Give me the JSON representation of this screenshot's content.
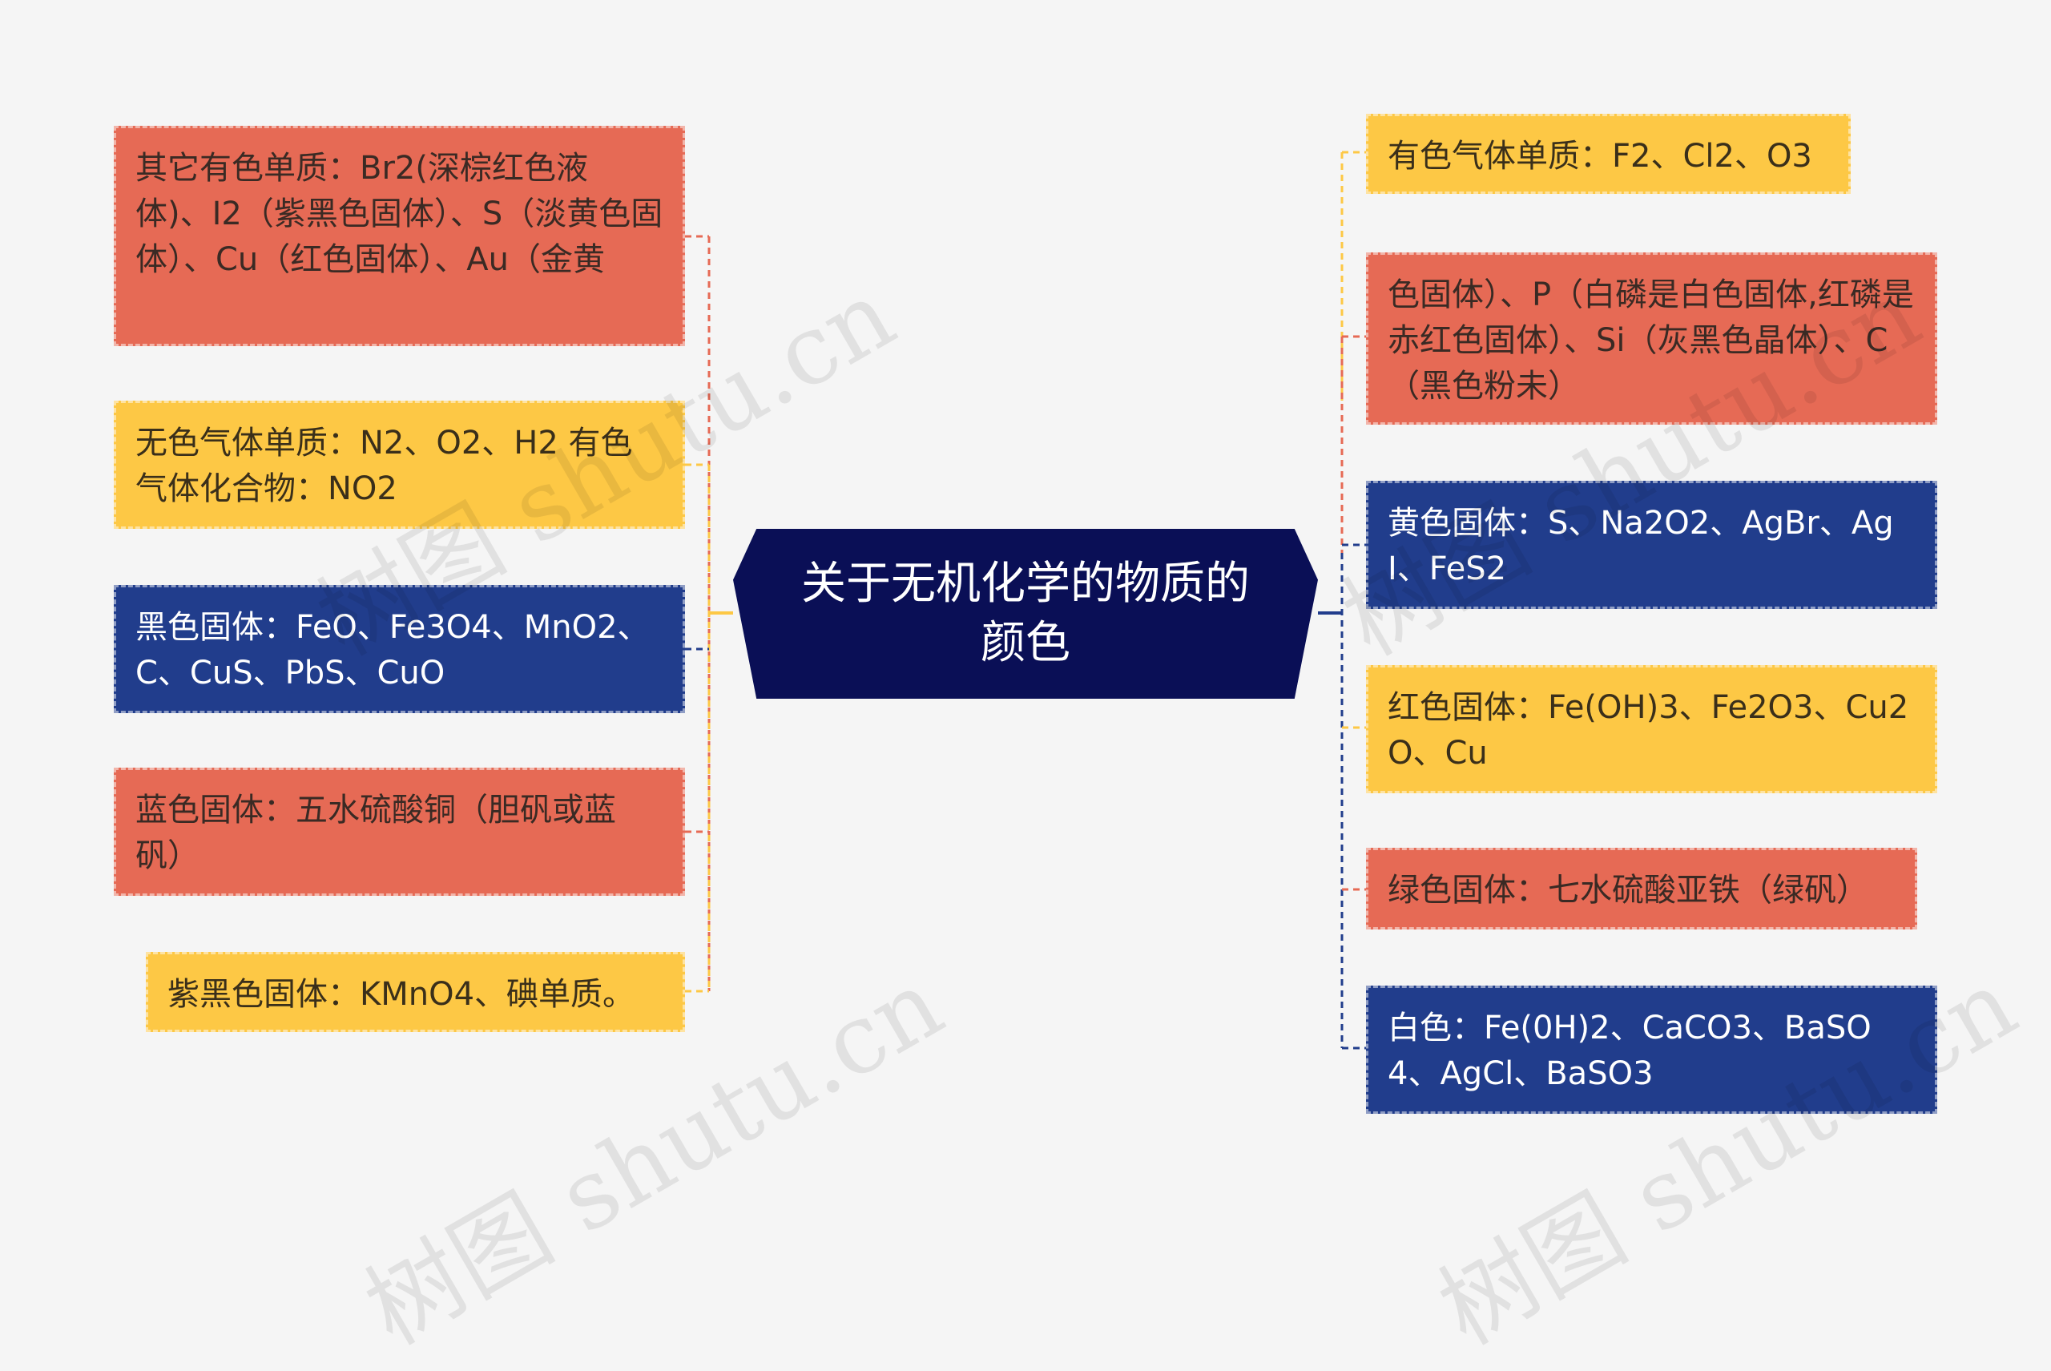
{
  "center_topic": "关于无机化学的物质的颜色",
  "left_nodes": [
    "其它有色单质：Br2(深棕红色液体)、I2（紫黑色固体）、S（淡黄色固体）、Cu（红色固体）、Au（金黄",
    "无色气体单质：N2、O2、H2 有色气体化合物：NO2",
    "黑色固体：FeO、Fe3O4、MnO2、C、CuS、PbS、CuO",
    "蓝色固体：五水硫酸铜（胆矾或蓝矾）",
    "紫黑色固体：KMnO4、碘单质。"
  ],
  "right_nodes": [
    "有色气体单质：F2、Cl2、O3",
    "色固体）、P（白磷是白色固体,红磷是赤红色固体）、Si（灰黑色晶体）、C（黑色粉未）",
    "黄色固体：S、Na2O2、AgBr、AgI、FeS2",
    "红色固体：Fe(OH)3、Fe2O3、Cu2O、Cu",
    "绿色固体：七水硫酸亚铁（绿矾）",
    "白色：Fe(0H)2、CaCO3、BaSO4、AgCl、BaSO3"
  ],
  "colors": {
    "red": "#e66a55",
    "yellow": "#fdc845",
    "navy": "#213d8c",
    "center": "#0a0f56",
    "background": "#f5f5f5"
  },
  "watermarks": [
    "树图 shutu.cn",
    "树图 shutu.cn",
    "树图 shutu.cn",
    "树图 shutu.cn"
  ]
}
